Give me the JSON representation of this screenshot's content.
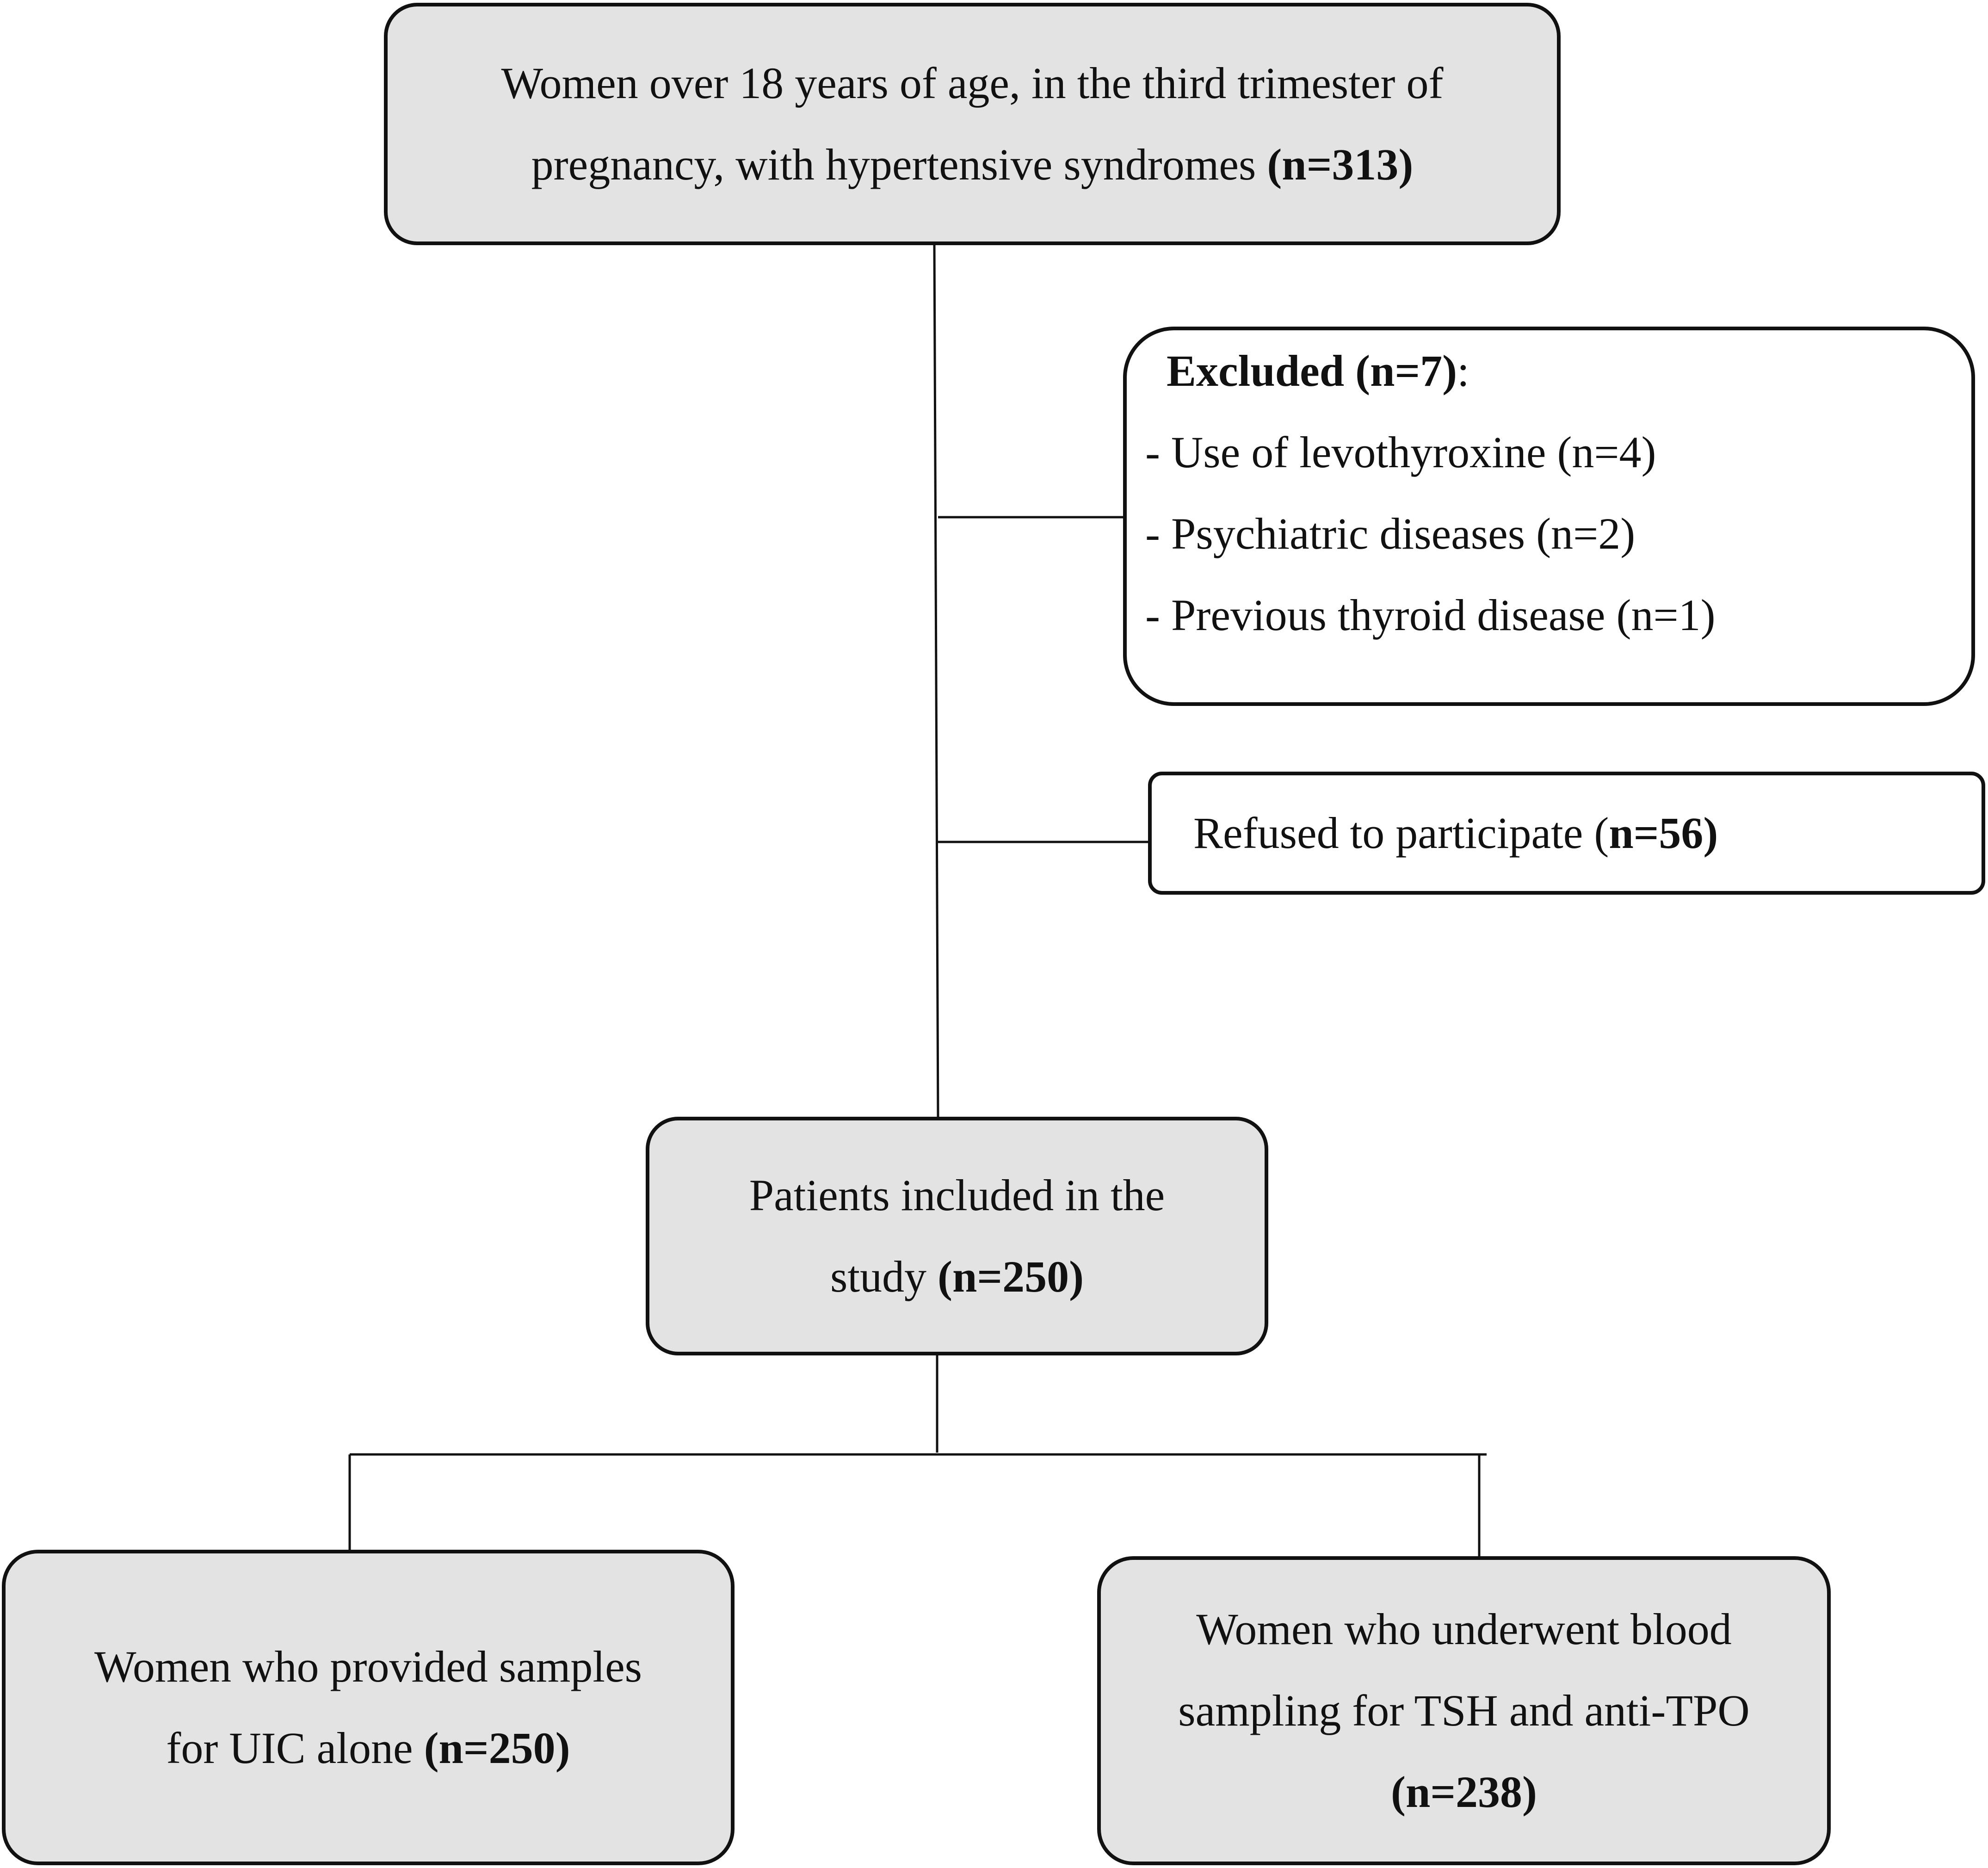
{
  "boxes": {
    "top": {
      "line1": "Women over 18 years of age, in the third trimester of",
      "line2_text": "pregnancy, with hypertensive syndromes ",
      "line2_bold": "(n=313)"
    },
    "excluded": {
      "heading_bold": "Excluded (n=7)",
      "heading_suffix": ":",
      "items": [
        "- Use of levothyroxine (n=4)",
        "- Psychiatric diseases (n=2)",
        "- Previous thyroid disease (n=1)"
      ]
    },
    "refused": {
      "text": "Refused to participate (",
      "bold": "n=56)"
    },
    "included": {
      "line1": "Patients included in the",
      "line2_text": "study ",
      "line2_bold": "(n=250)"
    },
    "uic": {
      "line1": "Women who provided samples",
      "line2_text": "for UIC alone ",
      "line2_bold": "(n=250)"
    },
    "blood": {
      "line1": "Women who underwent blood",
      "line2": "sampling for TSH and anti-TPO",
      "line3_bold": "(n=238)"
    }
  }
}
